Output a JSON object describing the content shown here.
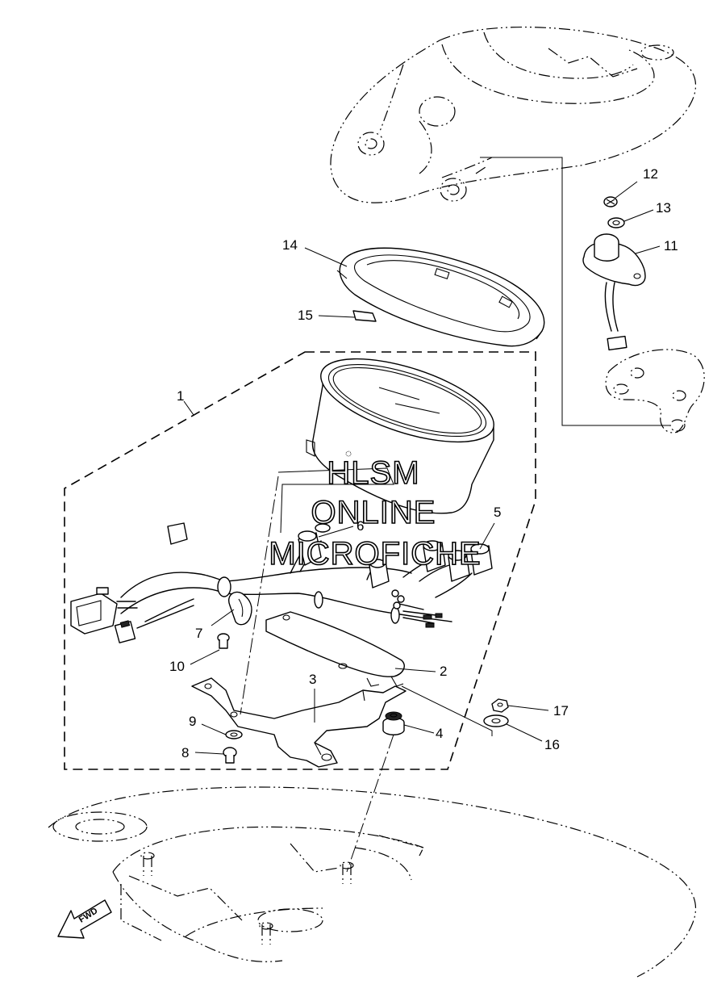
{
  "watermark": {
    "line1": "HLSM",
    "line2": "ONLINE",
    "line3": "MICROFICHE"
  },
  "direction_label": "FWD",
  "callouts": {
    "c1": "1",
    "c2": "2",
    "c3": "3",
    "c4": "4",
    "c5": "5",
    "c6": "6",
    "c7": "7",
    "c8": "8",
    "c9": "9",
    "c10": "10",
    "c11": "11",
    "c12": "12",
    "c13": "13",
    "c14": "14",
    "c15": "15",
    "c16": "16",
    "c17": "17"
  }
}
